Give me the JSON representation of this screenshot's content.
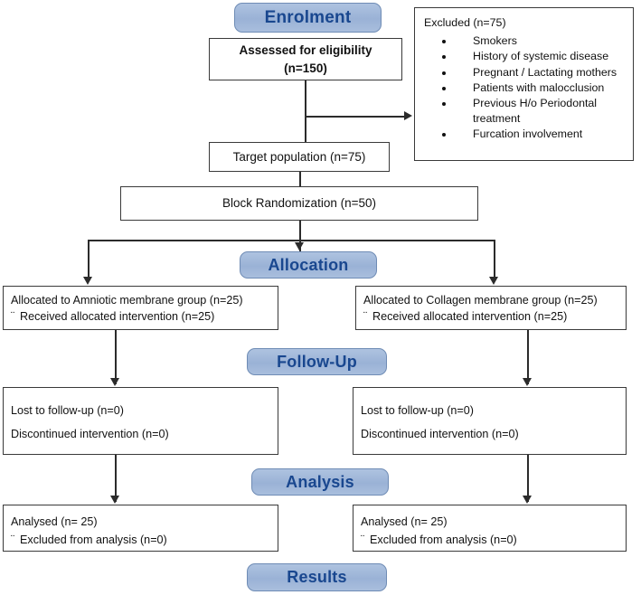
{
  "diagram": {
    "type": "consort-flow-diagram",
    "accent_banner_fill": "#9ab2d6",
    "accent_banner_text": "#19478f",
    "box_border": "#3a3a3a",
    "connector_color": "#2b2b2b"
  },
  "banners": {
    "enrolment": "Enrolment",
    "allocation": "Allocation",
    "followup": "Follow-Up",
    "analysis": "Analysis",
    "results": "Results"
  },
  "enrolment": {
    "assessed_line1": "Assessed for eligibility",
    "assessed_line2": "(n=150)",
    "target_population": "Target population (n=75)",
    "block_randomization": "Block Randomization (n=50)"
  },
  "excluded": {
    "title": "Excluded (n=75)",
    "items": [
      "Smokers",
      "History of systemic disease",
      "Pregnant / Lactating mothers",
      "Patients with malocclusion",
      "Previous H/o Periodontal treatment",
      "Furcation involvement"
    ]
  },
  "allocation": {
    "left": {
      "line1": "Allocated to Amniotic membrane group (n=25)",
      "line2": "Received allocated intervention (n=25)"
    },
    "right": {
      "line1": "Allocated to Collagen membrane group (n=25)",
      "line2": "Received allocated intervention (n=25)"
    }
  },
  "followup": {
    "left": {
      "line1": "Lost to follow-up (n=0)",
      "line2": "Discontinued intervention (n=0)"
    },
    "right": {
      "line1": "Lost to follow-up (n=0)",
      "line2": "Discontinued intervention (n=0)"
    }
  },
  "analysis": {
    "left": {
      "line1": "Analysed (n= 25)",
      "line2": "Excluded from analysis  (n=0)"
    },
    "right": {
      "line1": "Analysed (n= 25)",
      "line2": "Excluded from analysis  (n=0)"
    }
  }
}
